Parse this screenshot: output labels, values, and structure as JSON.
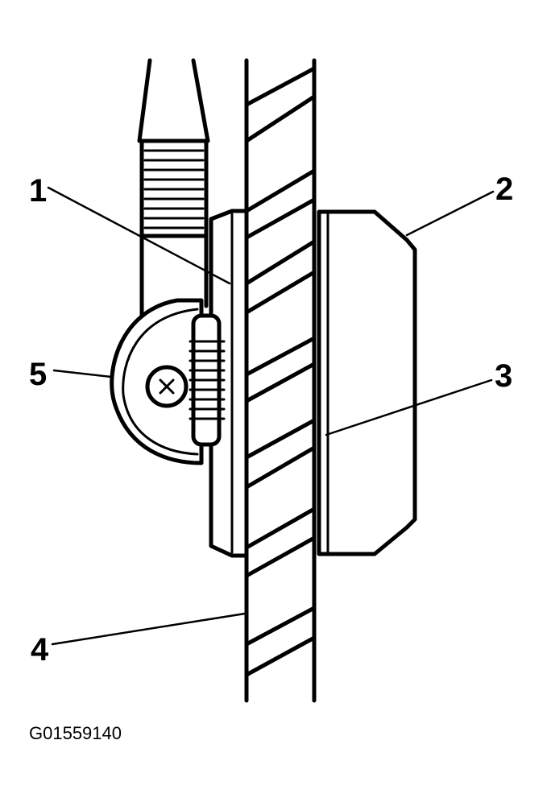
{
  "callouts": {
    "c1": "1",
    "c2": "2",
    "c3": "3",
    "c4": "4",
    "c5": "5"
  },
  "figure_id": "G01559140"
}
